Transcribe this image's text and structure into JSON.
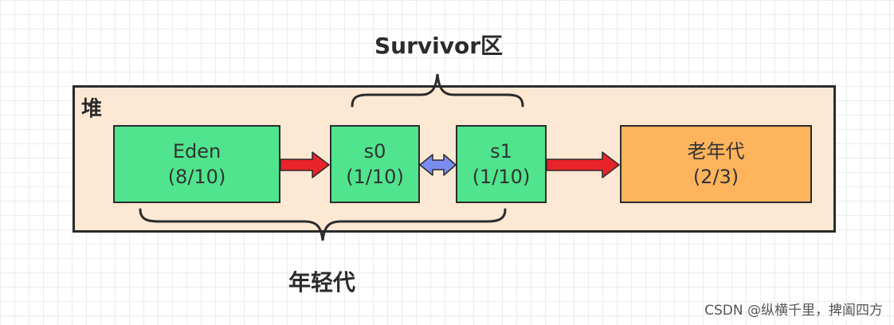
{
  "heap_label": "堆",
  "survivor_title": "Survivor区",
  "young_title": "年轻代",
  "regions": {
    "eden": {
      "name": "Eden",
      "ratio": "(8/10)"
    },
    "s0": {
      "name": "s0",
      "ratio": "(1/10)"
    },
    "s1": {
      "name": "s1",
      "ratio": "(1/10)"
    },
    "old": {
      "name": "老年代",
      "ratio": "(2/3)"
    }
  },
  "watermark": "CSDN @纵横千里，捭阖四方",
  "colors": {
    "young_region": "#4fe48d",
    "old_region": "#fdb45c",
    "heap_background": "#fde8d3",
    "promotion_arrow": "#e8232a",
    "swap_arrow": "#7b8cf0"
  }
}
